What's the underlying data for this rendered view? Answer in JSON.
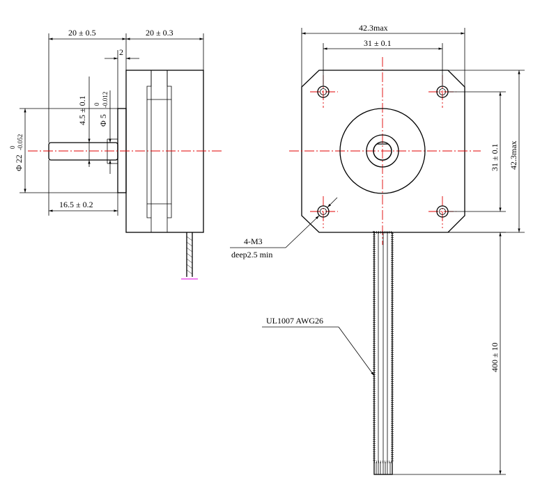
{
  "side_view": {
    "dim_body_length": "20 ± 0.5",
    "dim_flange_length": "20 ± 0.3",
    "dim_shaft_offset": "2",
    "dim_flat_depth": "4.5 ± 0.1",
    "dim_shaft_dia_symbol": "Φ 5",
    "dim_shaft_dia_tol": "-0.012",
    "dim_shaft_dia_tol_upper": "0",
    "dim_boss_dia_symbol": "Φ 22",
    "dim_boss_dia_tol": "-0.052",
    "dim_boss_dia_tol_upper": "0",
    "dim_shaft_length": "16.5 ± 0.2"
  },
  "front_view": {
    "dim_overall_width": "42.3max",
    "dim_hole_spacing_h": "31 ± 0.1",
    "dim_hole_spacing_v": "31 ± 0.1",
    "dim_overall_height": "42.3max",
    "dim_lead_length": "400 ± 10",
    "note_thread": "4-M3",
    "note_thread_depth": "deep2.5 min",
    "note_wire": "UL1007 AWG26"
  }
}
